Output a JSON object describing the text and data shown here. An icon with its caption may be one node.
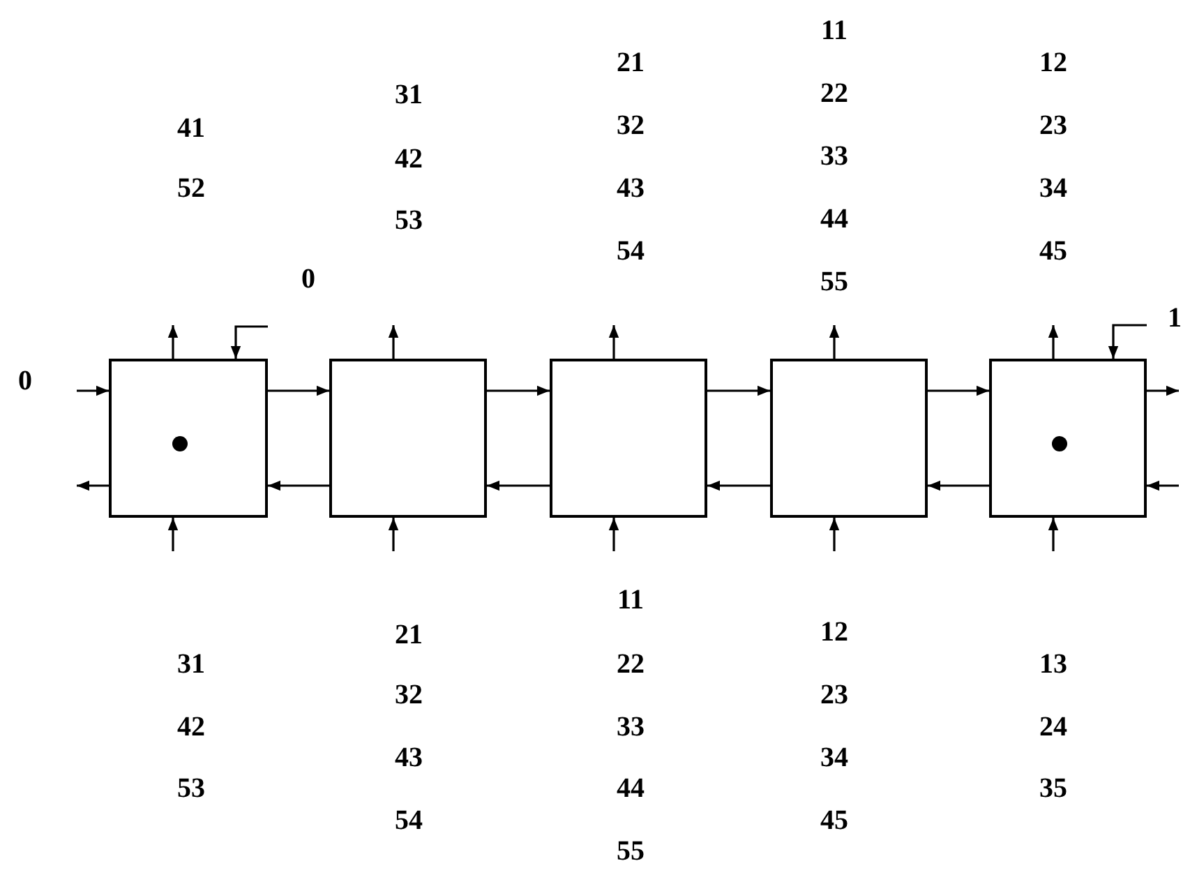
{
  "diagram": {
    "nodes": [
      {
        "text": [],
        "shape": "box"
      },
      {
        "text": [],
        "shape": "box"
      },
      {
        "text": [],
        "shape": "box"
      },
      {
        "text": [],
        "shape": "box"
      },
      {
        "text": [],
        "shape": "box"
      }
    ],
    "edges": [
      {
        "from": 0,
        "to": 1,
        "arrow": "to"
      },
      {
        "from": 1,
        "to": 2,
        "arrow": "to"
      },
      {
        "from": 2,
        "to": 3,
        "arrow": "to"
      },
      {
        "from": 3,
        "to": 4,
        "arrow": "to"
      },
      {
        "from": 1,
        "to": 0,
        "arrow": "to"
      },
      {
        "from": 2,
        "to": 1,
        "arrow": "to"
      },
      {
        "from": 3,
        "to": 2,
        "arrow": "to"
      },
      {
        "from": 4,
        "to": 3,
        "arrow": "to"
      },
      {
        "from": 0,
        "to": null,
        "arrow": "to"
      },
      {
        "from": 1,
        "to": null,
        "arrow": "to"
      },
      {
        "from": 2,
        "to": null,
        "arrow": "to"
      },
      {
        "from": 3,
        "to": null,
        "arrow": "to"
      },
      {
        "from": 4,
        "to": null,
        "arrow": "to"
      },
      {
        "from": null,
        "to": 0,
        "arrow": "to"
      },
      {
        "from": null,
        "to": 1,
        "arrow": "to"
      },
      {
        "from": null,
        "to": 2,
        "arrow": "to"
      },
      {
        "from": null,
        "to": 3,
        "arrow": "to"
      },
      {
        "from": null,
        "to": 4,
        "arrow": "to"
      },
      {
        "from": null,
        "to": 0,
        "arrow": "to"
      },
      {
        "from": 0,
        "to": null,
        "arrow": "to"
      },
      {
        "from": null,
        "to": 0,
        "arrow": "to"
      },
      {
        "from": null,
        "to": 4,
        "arrow": "to"
      },
      {
        "from": 4,
        "to": null,
        "arrow": "to"
      },
      {
        "from": null,
        "to": 4,
        "arrow": "to"
      }
    ],
    "labels": [
      "41",
      "52",
      "31",
      "42",
      "53",
      "21",
      "32",
      "43",
      "54",
      "11",
      "22",
      "33",
      "44",
      "55",
      "12",
      "23",
      "34",
      "45",
      "0",
      "0",
      "1",
      "31",
      "42",
      "53",
      "21",
      "32",
      "43",
      "54",
      "11",
      "22",
      "33",
      "44",
      "55",
      "12",
      "23",
      "34",
      "45",
      "13",
      "24",
      "35"
    ]
  }
}
